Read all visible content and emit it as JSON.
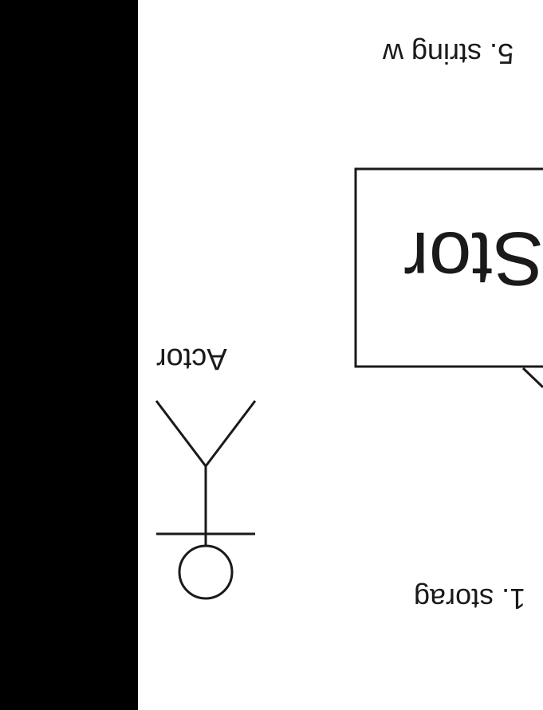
{
  "diagram": {
    "actor_label": "Actor",
    "box_label": "Stor",
    "message_top": "5. string w",
    "message_bottom": "1. storag"
  },
  "colors": {
    "background": "#ffffff",
    "side_bar": "#000000",
    "stroke": "#1a1a1a"
  }
}
